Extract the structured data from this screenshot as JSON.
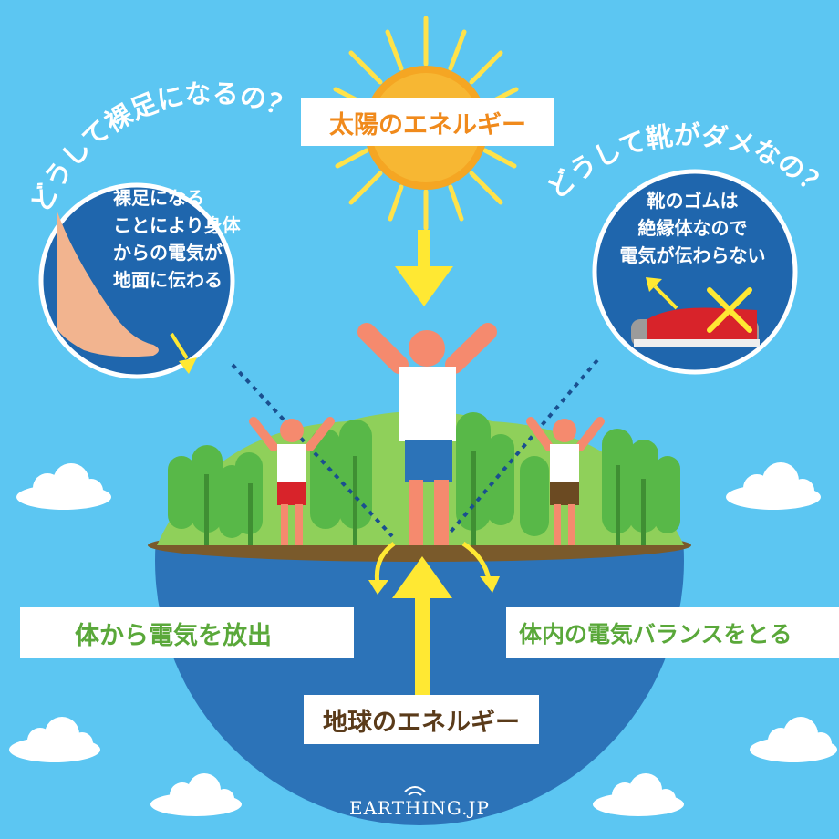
{
  "labels": {
    "sun_energy": "太陽のエネルギー",
    "release": "体から電気を放出",
    "balance": "体内の電気バランスをとる",
    "earth_energy": "地球のエネルギー"
  },
  "left_panel": {
    "heading": "どうして裸足になるの？",
    "lines": [
      "裸足になる",
      "ことにより身体",
      "からの電気が",
      "地面に伝わる"
    ]
  },
  "right_panel": {
    "heading": "どうして靴がダメなの？",
    "lines": [
      "靴のゴムは",
      "絶縁体なので",
      "電気が伝わらない"
    ]
  },
  "brand": "EARTHING.JP",
  "colors": {
    "sky": "#5cc6f2",
    "globe": "#2c73b8",
    "circle": "#1f66ad",
    "sun": "#f5a623",
    "arrow": "#ffe833",
    "trees": "#58b848",
    "ground": "#7a5a2b"
  }
}
